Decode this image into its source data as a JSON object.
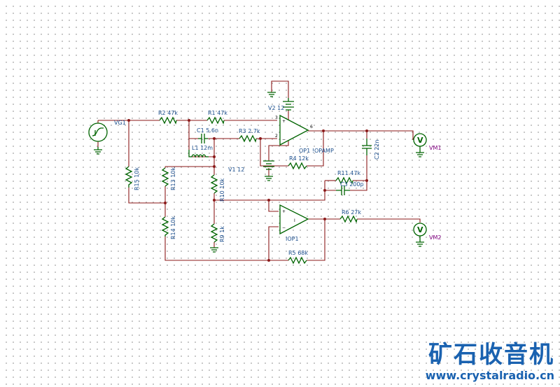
{
  "schematic": {
    "labels": {
      "vg1": "VG1",
      "r2": "R2 47k",
      "r1": "R1 47k",
      "c1": "C1 5.6n",
      "r3": "R3 2.7k",
      "l1": "L1 12m",
      "v2": "V2 12",
      "op1": "OP1 !OPAMP",
      "r4": "R4 12k",
      "v1": "V1 12",
      "c2": "C2 22n",
      "vm1": "VM1",
      "r15": "R15 10k",
      "r13": "R13 10k",
      "r10": "R10 10k",
      "r11": "R11 47k",
      "c3": "C3 200p",
      "r6": "R6 27k",
      "iop1": "IOP1",
      "r14": "R14 10k",
      "r9": "R9 1k",
      "vm2": "VM2",
      "r5": "R5 68k"
    },
    "pins": {
      "op1_noninv": "3",
      "op1_inv": "2",
      "op1_out": "6",
      "plus": "+",
      "minus": "−",
      "iop1_symbol": "I"
    },
    "meters": {
      "letter": "V"
    },
    "colors": {
      "wire": "#8b1a1a",
      "component": "#006400",
      "label": "#1a4d8c",
      "meter_label": "#800080",
      "watermark": "#1a62b0"
    }
  },
  "watermark": {
    "title": "矿石收音机",
    "url": "www.crystalradio.cn"
  }
}
